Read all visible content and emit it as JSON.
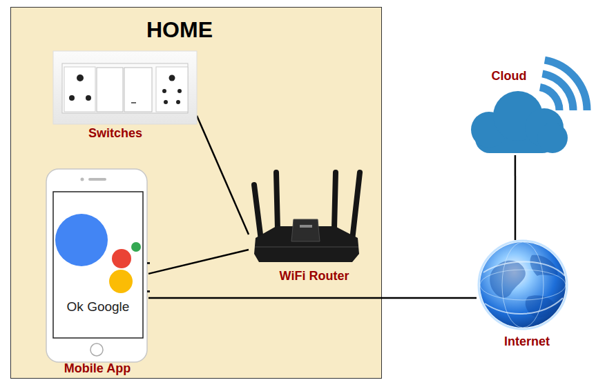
{
  "diagram": {
    "nodes": [
      {
        "text": [
          "HOME"
        ]
      },
      {
        "text": [
          "Switches"
        ],
        "in": 0
      },
      {
        "text": [
          "Ok Google",
          "Mobile App"
        ],
        "in": 0
      },
      {
        "text": [
          "WiFi Router"
        ],
        "in": 0
      },
      {
        "text": [
          "Cloud"
        ]
      },
      {
        "text": [
          "Internet"
        ]
      }
    ],
    "edges": [
      {
        "from": 1,
        "to": 3,
        "arrow": "none"
      },
      {
        "from": 2,
        "to": 3,
        "arrow": "none"
      },
      {
        "from": 2,
        "to": 5,
        "arrow": "none"
      },
      {
        "from": 4,
        "to": 5,
        "arrow": "none"
      }
    ]
  }
}
